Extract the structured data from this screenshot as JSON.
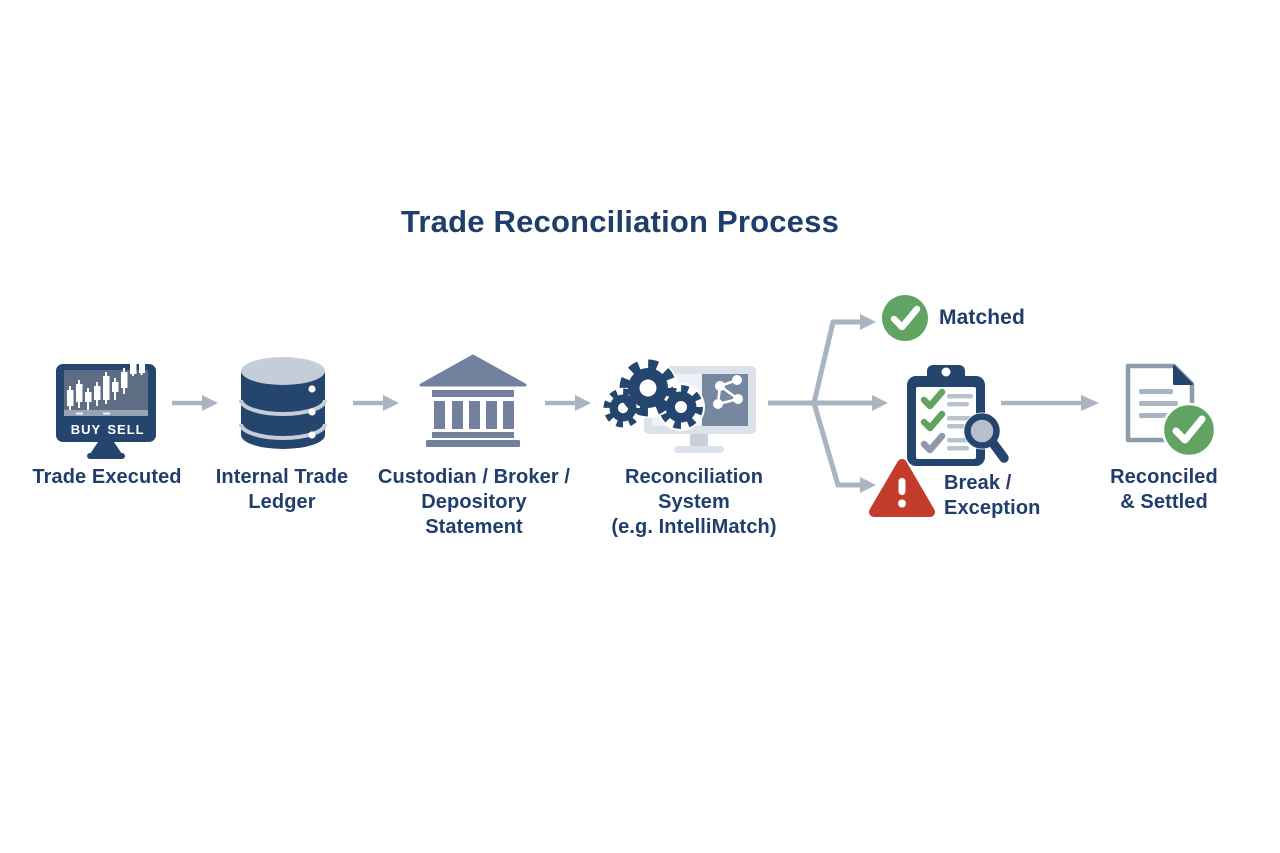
{
  "title": "Trade Reconciliation Process",
  "nodes": {
    "trade_executed": {
      "label": "Trade Executed",
      "screen": {
        "buy": "BUY",
        "sell": "SELL"
      }
    },
    "internal_ledger": {
      "line1": "Internal Trade",
      "line2": "Ledger"
    },
    "custodian": {
      "line1": "Custodian / Broker /",
      "line2": "Depository Statement"
    },
    "recon_system": {
      "line1": "Reconciliation System",
      "line2": "(e.g. IntelliMatch)"
    },
    "reconciled": {
      "line1": "Reconciled",
      "line2": "& Settled"
    }
  },
  "outcomes": {
    "matched": {
      "label": "Matched"
    },
    "break_exception": {
      "line1": "Break /",
      "line2": "Exception"
    }
  },
  "colors": {
    "navy": "#24466e",
    "text_navy": "#1f3e6b",
    "slate": "#72829e",
    "arrow_gray": "#a9b3c1",
    "green": "#60a363",
    "red": "#c23b2b",
    "panel_light": "#dce2ea",
    "screen_slate": "#5d6d84"
  }
}
